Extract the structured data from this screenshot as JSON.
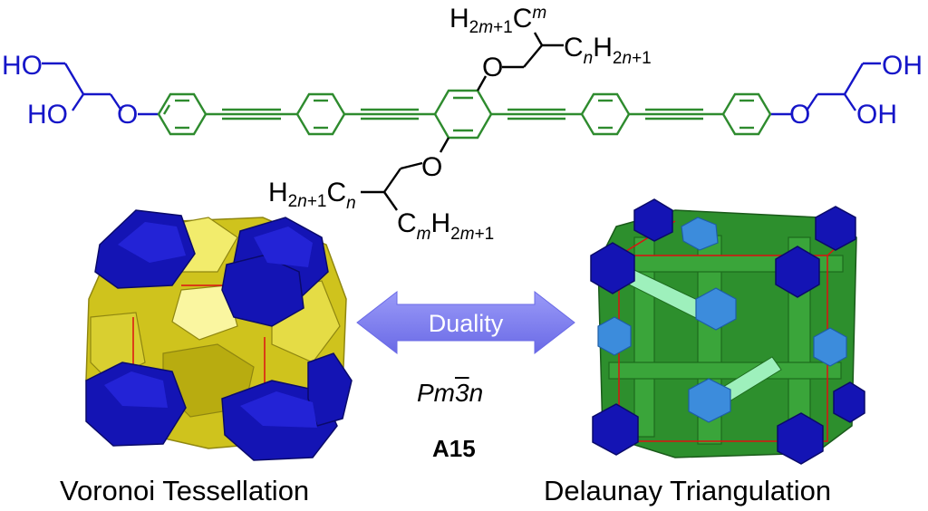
{
  "molecule": {
    "hydroxyl_top_left": "HO",
    "hydroxyl_bottom_left": "HO",
    "hydroxyl_top_right": "OH",
    "hydroxyl_bottom_right": "OH",
    "ether_left": "O",
    "ether_right": "O",
    "ether_top": "O",
    "ether_bottom": "O",
    "chain_top_a": {
      "H": "H",
      "sub1": "2",
      "sub2": "m",
      "sub3": "+1",
      "C": "C",
      "subC": "m"
    },
    "chain_top_b": {
      "C": "C",
      "subC": "n",
      "H": "H",
      "sub1": "2",
      "sub2": "n",
      "sub3": "+1"
    },
    "chain_bot_a": {
      "H": "H",
      "sub1": "2",
      "sub2": "n",
      "sub3": "+1",
      "C": "C",
      "subC": "n"
    },
    "chain_bot_b": {
      "C": "C",
      "subC": "m",
      "H": "H",
      "sub1": "2",
      "sub2": "m",
      "sub3": "+1"
    }
  },
  "colors": {
    "polar": "#1515c8",
    "aromatic": "#2e8b2e",
    "blue_cell": "#1414b4",
    "yellow_cell": "#d7cc22",
    "green_rod": "#2d8f2d",
    "arrow": "#7c7cf0"
  },
  "labels": {
    "duality": "Duality",
    "space_group_prefix": "Pm",
    "space_group_digit": "3",
    "space_group_suffix": "n",
    "phase": "A15",
    "left_caption": "Voronoi Tessellation",
    "right_caption": "Delaunay Triangulation"
  }
}
